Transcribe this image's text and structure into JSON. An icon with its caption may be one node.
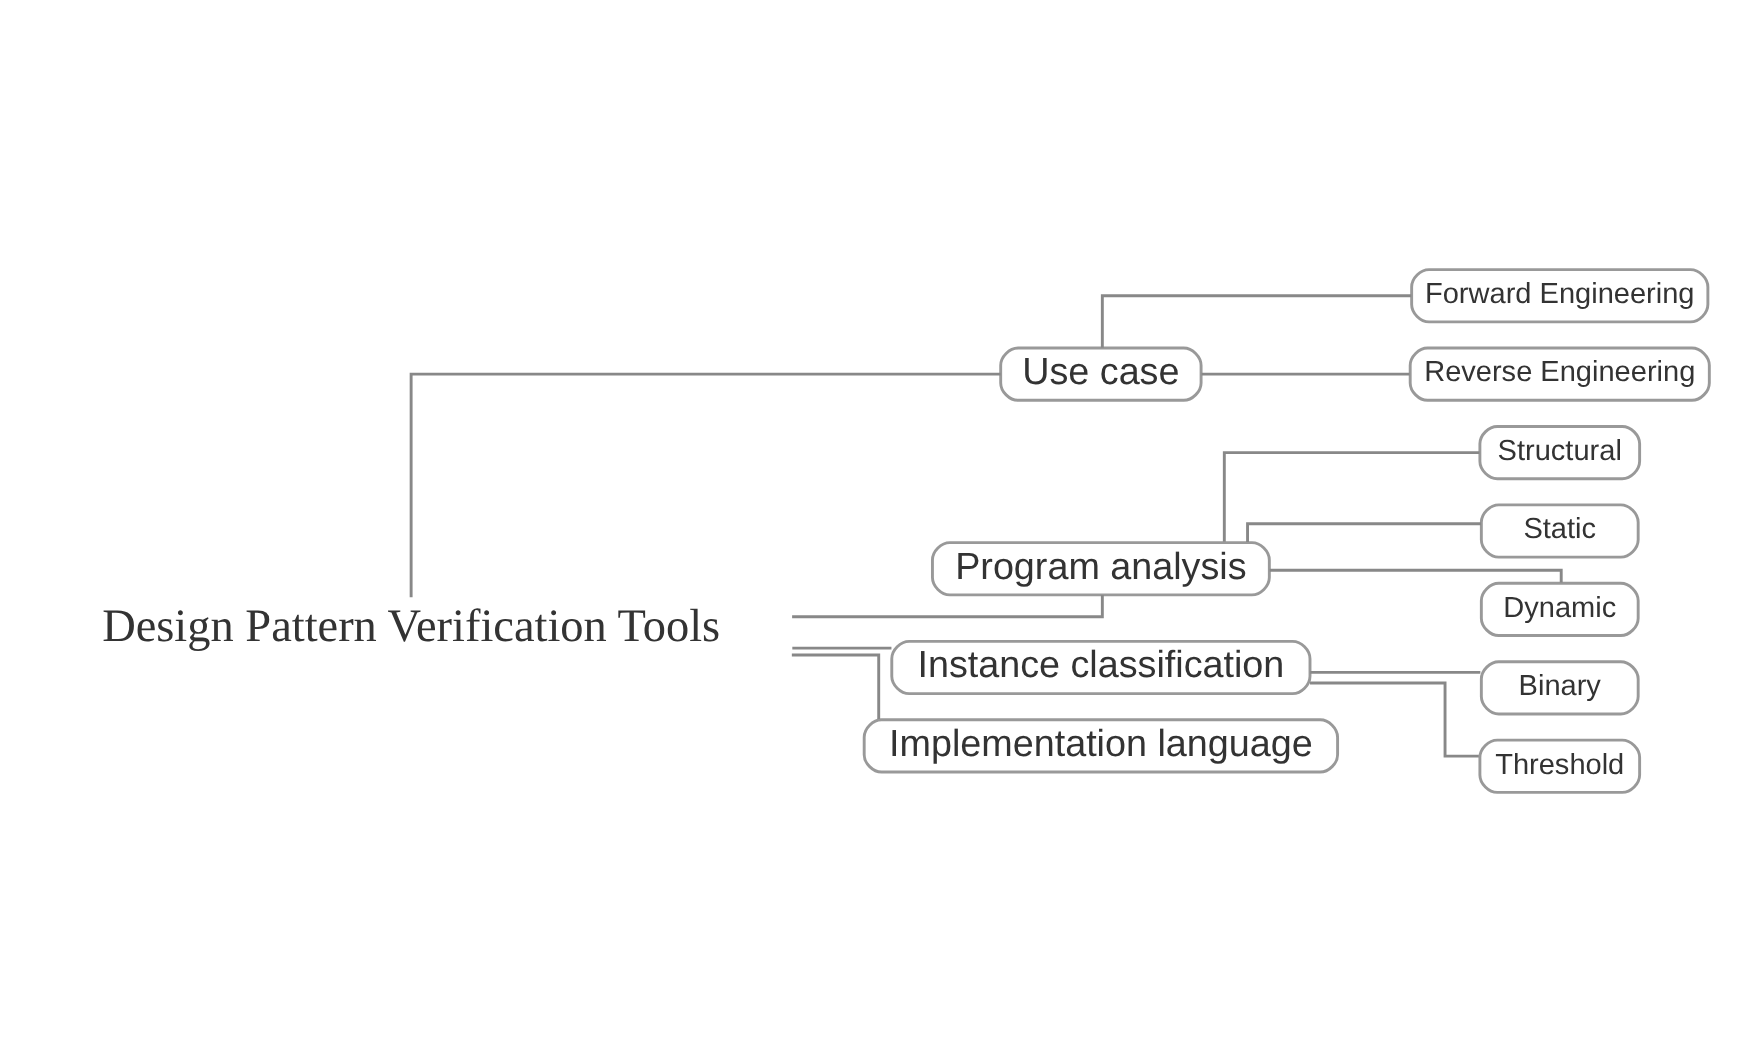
{
  "diagram": {
    "nodes": [
      {
        "text": [
          "Design Pattern Verification Tools"
        ]
      },
      {
        "text": [
          "Use case"
        ]
      },
      {
        "text": [
          "Forward Engineering"
        ]
      },
      {
        "text": [
          "Reverse Engineering"
        ]
      },
      {
        "text": [
          "Program analysis"
        ]
      },
      {
        "text": [
          "Structural"
        ]
      },
      {
        "text": [
          "Static"
        ]
      },
      {
        "text": [
          "Dynamic"
        ]
      },
      {
        "text": [
          "Instance classification"
        ]
      },
      {
        "text": [
          "Binary"
        ]
      },
      {
        "text": [
          "Threshold"
        ]
      },
      {
        "text": [
          "Implementation language"
        ]
      }
    ],
    "edges": [
      {
        "from": 0,
        "to": 1,
        "arrow": "none"
      },
      {
        "from": 1,
        "to": 2,
        "arrow": "none"
      },
      {
        "from": 1,
        "to": 3,
        "arrow": "none"
      },
      {
        "from": 0,
        "to": 4,
        "arrow": "none"
      },
      {
        "from": 4,
        "to": 5,
        "arrow": "none"
      },
      {
        "from": 4,
        "to": 6,
        "arrow": "none"
      },
      {
        "from": 4,
        "to": 7,
        "arrow": "none"
      },
      {
        "from": 0,
        "to": 8,
        "arrow": "none"
      },
      {
        "from": 8,
        "to": 9,
        "arrow": "none"
      },
      {
        "from": 8,
        "to": 10,
        "arrow": "none"
      },
      {
        "from": 0,
        "to": 11,
        "arrow": "none"
      }
    ]
  }
}
